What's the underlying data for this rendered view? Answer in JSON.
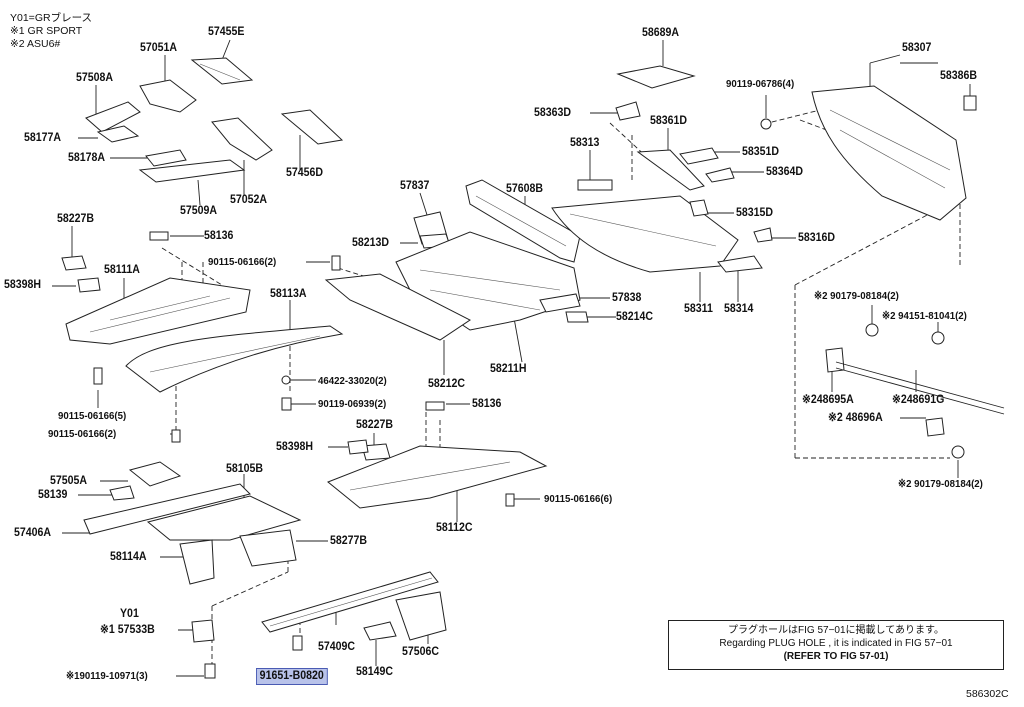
{
  "legend": {
    "line1": "Y01=GRブレース",
    "line2": "※1 GR SPORT",
    "line3": "※2 ASU6#"
  },
  "labels": {
    "p57455E": "57455E",
    "p57051A": "57051A",
    "p57508A": "57508A",
    "p58177A": "58177A",
    "p58178A": "58178A",
    "p57509A": "57509A",
    "p57052A": "57052A",
    "p57456D": "57456D",
    "p58227B_a": "58227B",
    "p58136_a": "58136",
    "p58398H_a": "58398H",
    "p58111A": "58111A",
    "b90115_06166_2": "90115-06166(2)",
    "p58113A": "58113A",
    "b90115_06166_5": "90115-06166(5)",
    "b90115_06166_2b": "90115-06166(2)",
    "b46422_33020": "46422-33020(2)",
    "b90119_06939": "90119-06939(2)",
    "p57837": "57837",
    "p58213D": "58213D",
    "p57608B": "57608B",
    "p58212C": "58212C",
    "p58211H": "58211H",
    "p57838": "57838",
    "p58214C": "58214C",
    "p58136_b": "58136",
    "p58227B_b": "58227B",
    "p58398H_b": "58398H",
    "p58112C": "58112C",
    "b90115_06166_6": "90115-06166(6)",
    "p58689A": "58689A",
    "p58363D": "58363D",
    "p58313": "58313",
    "p58361D": "58361D",
    "p58351D": "58351D",
    "p58364D": "58364D",
    "p58315D": "58315D",
    "p58316D": "58316D",
    "p58311": "58311",
    "p58314": "58314",
    "b90119_06786": "90119-06786(4)",
    "p58307": "58307",
    "p58386B": "58386B",
    "b90179_08184_a": "※2 90179-08184(2)",
    "b94151_81041": "※2 94151-81041(2)",
    "p48695A": "※248695A",
    "p48691G": "※248691G",
    "p48696A": "※2 48696A",
    "b90179_08184_b": "※2 90179-08184(2)",
    "p57505A": "57505A",
    "p58139": "58139",
    "p58105B": "58105B",
    "p57406A": "57406A",
    "p58114A": "58114A",
    "p58277B": "58277B",
    "y01": "Y01",
    "p57533B": "※1 57533B",
    "b90119_10971": "※190119-10971(3)",
    "p91651_B0820": "91651-B0820",
    "p57409C": "57409C",
    "p58149C": "58149C",
    "p57506C": "57506C"
  },
  "note": {
    "line1": "プラグホールはFIG 57−01に掲載してあります。",
    "line2": "Regarding  PLUG HOLE , it is indicated in FIG  57−01",
    "line3": "(REFER TO FIG 57-01)"
  },
  "diagram_id": "586302C",
  "colors": {
    "highlight_fill": "#b9c3ea",
    "highlight_border": "#4a5bb3"
  }
}
